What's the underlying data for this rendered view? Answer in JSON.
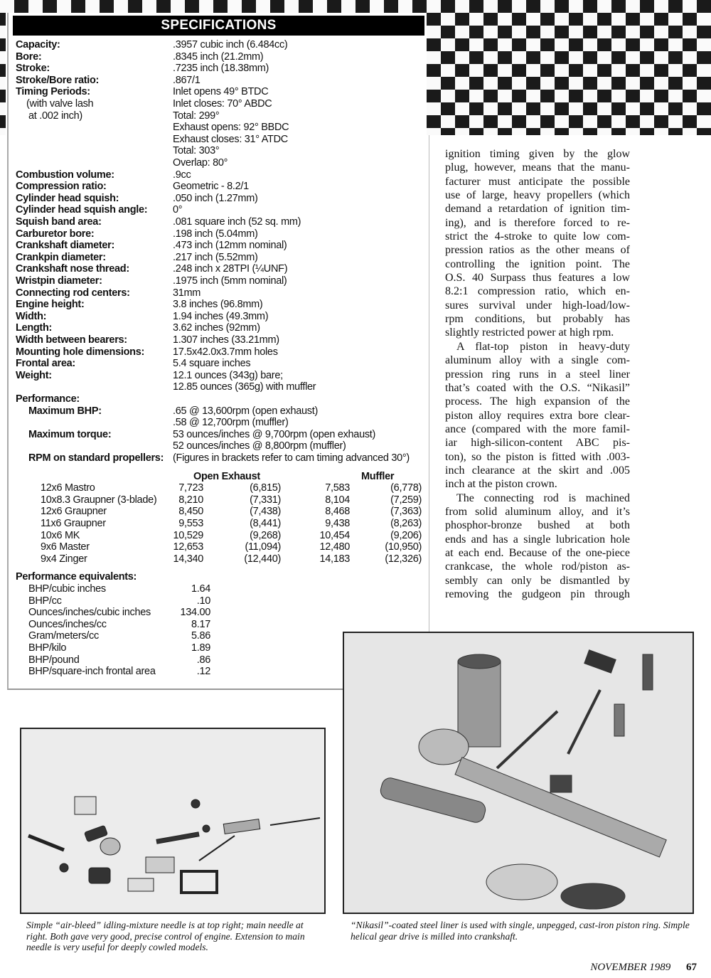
{
  "specifications": {
    "title": "SPECIFICATIONS",
    "rows": [
      {
        "label": "Capacity:",
        "values": [
          ".3957 cubic inch (6.484cc)"
        ]
      },
      {
        "label": "Bore:",
        "values": [
          ".8345 inch (21.2mm)"
        ]
      },
      {
        "label": "Stroke:",
        "values": [
          ".7235 inch (18.38mm)"
        ]
      },
      {
        "label": "Stroke/Bore ratio:",
        "values": [
          ".867/1"
        ]
      },
      {
        "label": "Timing Periods:",
        "sublabels": [
          "(with valve lash",
          "at .002 inch)"
        ],
        "values": [
          "Inlet opens 49° BTDC",
          "Inlet closes: 70° ABDC",
          "Total: 299°",
          "Exhaust opens: 92° BBDC",
          "Exhaust closes: 31° ATDC",
          "Total: 303°",
          "Overlap: 80°"
        ]
      },
      {
        "label": "Combustion volume:",
        "values": [
          ".9cc"
        ]
      },
      {
        "label": "Compression ratio:",
        "values": [
          "Geometric - 8.2/1"
        ]
      },
      {
        "label": "Cylinder head squish:",
        "values": [
          ".050 inch (1.27mm)"
        ]
      },
      {
        "label": "Cylinder head squish angle:",
        "values": [
          "0°"
        ]
      },
      {
        "label": "Squish band area:",
        "values": [
          ".081 square inch (52 sq. mm)"
        ]
      },
      {
        "label": "Carburetor bore:",
        "values": [
          ".198 inch (5.04mm)"
        ]
      },
      {
        "label": "Crankshaft diameter:",
        "values": [
          ".473 inch (12mm nominal)"
        ]
      },
      {
        "label": "Crankpin diameter:",
        "values": [
          ".217 inch (5.52mm)"
        ]
      },
      {
        "label": "Crankshaft nose thread:",
        "values": [
          ".248 inch x 28TPI (¼UNF)"
        ]
      },
      {
        "label": "Wristpin diameter:",
        "values": [
          ".1975 inch (5mm nominal)"
        ]
      },
      {
        "label": "Connecting rod centers:",
        "values": [
          "31mm"
        ]
      },
      {
        "label": "Engine height:",
        "values": [
          "3.8 inches (96.8mm)"
        ]
      },
      {
        "label": "Width:",
        "values": [
          "1.94 inches (49.3mm)"
        ]
      },
      {
        "label": "Length:",
        "values": [
          "3.62 inches (92mm)"
        ]
      },
      {
        "label": "Width between bearers:",
        "values": [
          "1.307 inches (33.21mm)"
        ]
      },
      {
        "label": "Mounting hole dimensions:",
        "values": [
          "17.5x42.0x3.7mm holes"
        ]
      },
      {
        "label": "Frontal area:",
        "values": [
          "5.4 square inches"
        ]
      },
      {
        "label": "Weight:",
        "values": [
          "12.1 ounces (343g) bare;",
          "12.85 ounces (365g) with muffler"
        ]
      },
      {
        "label": "Performance:",
        "values": []
      },
      {
        "label": "Maximum BHP:",
        "indent": true,
        "values": [
          ".65 @ 13,600rpm (open exhaust)",
          ".58 @ 12,700rpm (muffler)"
        ]
      },
      {
        "label": "Maximum torque:",
        "indent": true,
        "values": [
          "53 ounces/inches @ 9,700rpm (open exhaust)",
          "52 ounces/inches @ 8,800rpm (muffler)"
        ]
      },
      {
        "label": "RPM on standard propellers:",
        "indent": true,
        "values": [
          "(Figures in brackets refer to cam timing advanced 30°)"
        ]
      }
    ],
    "propellers": {
      "headers": [
        "Open Exhaust",
        "Muffler"
      ],
      "rows": [
        {
          "prop": "12x6 Mastro",
          "oe": "7,723",
          "oe_adv": "(6,815)",
          "muf": "7,583",
          "muf_adv": "(6,778)"
        },
        {
          "prop": "10x8.3 Graupner (3-blade)",
          "oe": "8,210",
          "oe_adv": "(7,331)",
          "muf": "8,104",
          "muf_adv": "(7,259)"
        },
        {
          "prop": "12x6 Graupner",
          "oe": "8,450",
          "oe_adv": "(7,438)",
          "muf": "8,468",
          "muf_adv": "(7,363)"
        },
        {
          "prop": "11x6 Graupner",
          "oe": "9,553",
          "oe_adv": "(8,441)",
          "muf": "9,438",
          "muf_adv": "(8,263)"
        },
        {
          "prop": "10x6 MK",
          "oe": "10,529",
          "oe_adv": "(9,268)",
          "muf": "10,454",
          "muf_adv": "(9,206)"
        },
        {
          "prop": "9x6 Master",
          "oe": "12,653",
          "oe_adv": "(11,094)",
          "muf": "12,480",
          "muf_adv": "(10,950)"
        },
        {
          "prop": "9x4 Zinger",
          "oe": "14,340",
          "oe_adv": "(12,440)",
          "muf": "14,183",
          "muf_adv": "(12,326)"
        }
      ]
    },
    "equivalents": {
      "title": "Performance equivalents:",
      "rows": [
        {
          "label": "BHP/cubic inches",
          "value": "1.64"
        },
        {
          "label": "BHP/cc",
          "value": ".10"
        },
        {
          "label": "Ounces/inches/cubic inches",
          "value": "134.00"
        },
        {
          "label": "Ounces/inches/cc",
          "value": "8.17"
        },
        {
          "label": "Gram/meters/cc",
          "value": "5.86"
        },
        {
          "label": "BHP/kilo",
          "value": "1.89"
        },
        {
          "label": "BHP/pound",
          "value": ".86"
        },
        {
          "label": "BHP/square-inch frontal area",
          "value": ".12"
        }
      ]
    }
  },
  "article": {
    "paragraphs": [
      {
        "indent": false,
        "lines": [
          "ignition timing given by the glow",
          "plug, however, means that the manu-",
          "facturer must anticipate the possible",
          "use of large, heavy propellers (which",
          "demand a retardation of ignition tim-",
          "ing), and is therefore forced to re-",
          "strict the 4-stroke to quite low com-",
          "pression ratios as the other means of",
          "controlling the ignition point. The",
          "O.S. 40 Surpass thus features a low",
          "8.2:1 compression ratio, which en-",
          "sures survival under high-load/low-",
          "rpm conditions, but probably has",
          "slightly restricted power at high rpm."
        ]
      },
      {
        "indent": true,
        "lines": [
          "A flat-top piston in heavy-duty",
          "aluminum alloy with a single com-",
          "pression ring runs in a steel liner",
          "that’s coated with the O.S. “Nikasil”",
          "process. The high expansion of the",
          "piston alloy requires extra bore clear-",
          "ance (compared with the more famil-",
          "iar high-silicon-content ABC pis-",
          "ton), so the piston is fitted with .003-",
          "inch clearance at the skirt and .005",
          "inch at the piston crown."
        ]
      },
      {
        "indent": true,
        "lines": [
          "The connecting rod is machined",
          "from solid aluminum alloy, and it’s",
          "phosphor-bronze bushed at both",
          "ends and has a single lubrication hole",
          "at each end. Because of the one-piece",
          "crankcase, the whole rod/piston as-",
          "sembly can only be dismantled by",
          "removing the gudgeon pin through"
        ]
      }
    ]
  },
  "captions": {
    "left": "Simple “air-bleed” idling-mixture needle is at top right; main needle at right. Both gave very good, precise control of engine. Extension to main needle is very useful for deeply cowled models.",
    "right": "“Nikasil”-coated steel liner is used with single, unpegged, cast-iron piston ring. Simple helical gear drive is milled into crankshaft."
  },
  "footer": {
    "issue": "NOVEMBER 1989",
    "page": "67"
  }
}
